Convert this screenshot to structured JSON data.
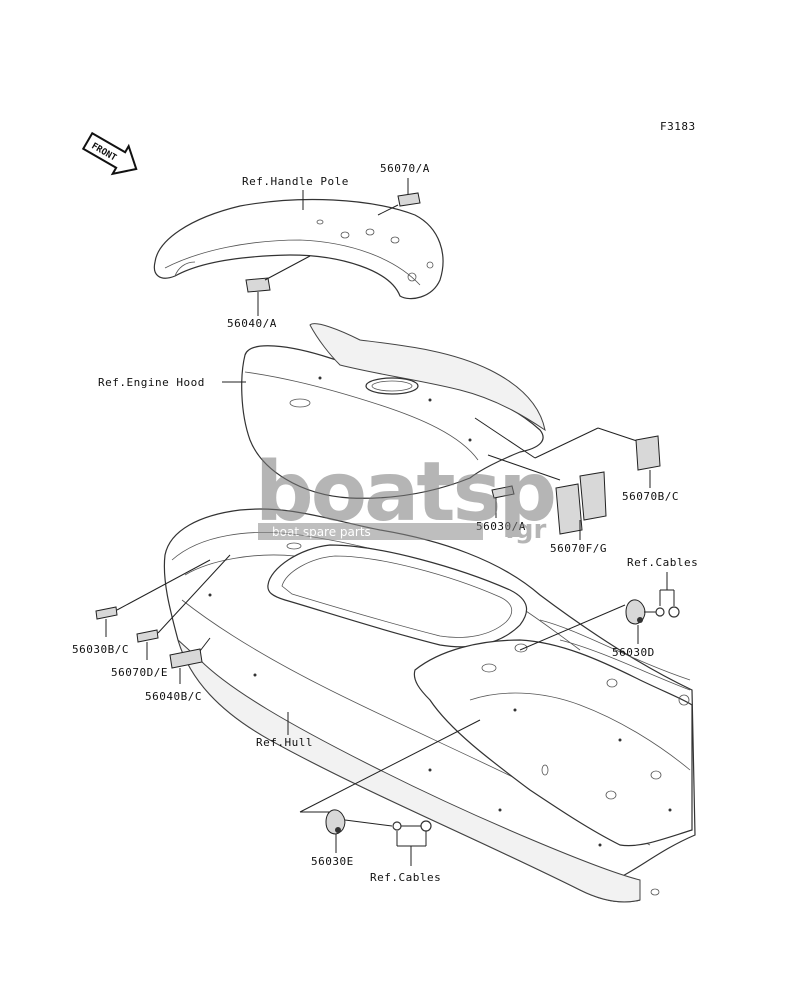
{
  "figure_code": "F3183",
  "front_badge": "FRONT",
  "labels": {
    "ref_handle_pole": "Ref.Handle Pole",
    "p56070a": "56070/A",
    "p56040a": "56040/A",
    "ref_engine_hood": "Ref.Engine Hood",
    "p56070bc": "56070B/C",
    "p56030a": "56030/A",
    "p56070fg": "56070F/G",
    "ref_cables_top": "Ref.Cables",
    "p56030d": "56030D",
    "p56030bc": "56030B/C",
    "p56070de": "56070D/E",
    "p56040bc": "56040B/C",
    "ref_hull": "Ref.Hull",
    "p56030e": "56030E",
    "ref_cables_bottom": "Ref.Cables"
  },
  "watermark": {
    "brand_main": "boatsp",
    "brand_suffix": ".gr",
    "tagline": "boat spare parts"
  }
}
